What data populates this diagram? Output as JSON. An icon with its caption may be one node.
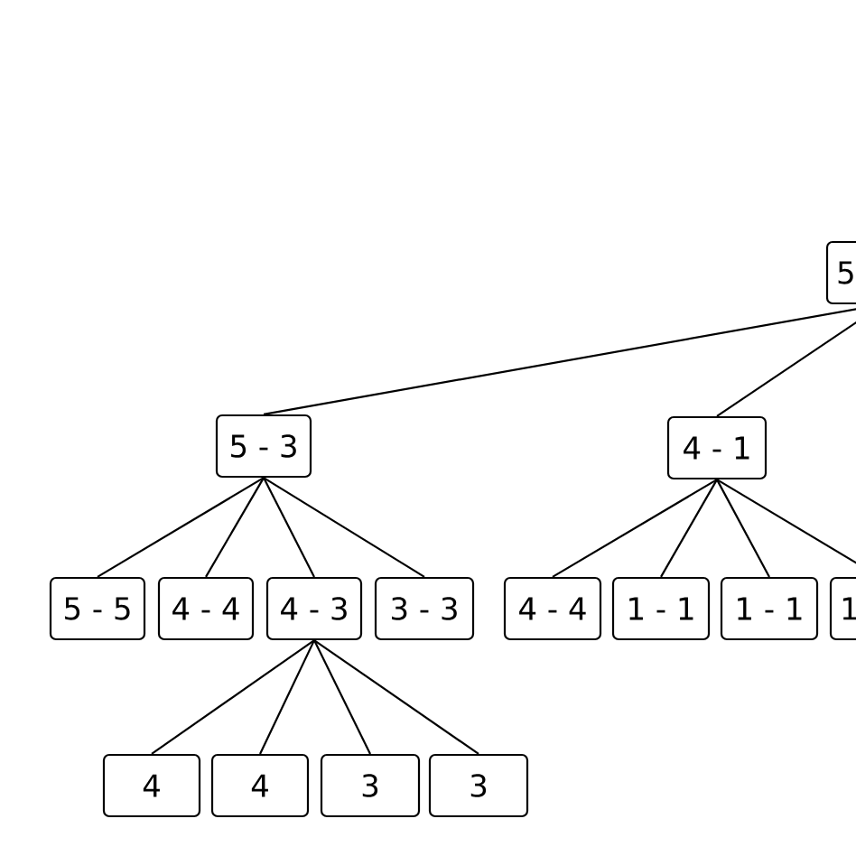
{
  "diagram": {
    "nodes": [
      {
        "text": [
          "5"
        ]
      },
      {
        "text": [
          "5 - 3"
        ]
      },
      {
        "text": [
          "4 - 1"
        ]
      },
      {
        "text": [
          "5 - 5"
        ]
      },
      {
        "text": [
          "4 - 4"
        ]
      },
      {
        "text": [
          "4 - 3"
        ]
      },
      {
        "text": [
          "3 - 3"
        ]
      },
      {
        "text": [
          "4 - 4"
        ]
      },
      {
        "text": [
          "1 - 1"
        ]
      },
      {
        "text": [
          "1 - 1"
        ]
      },
      {
        "text": [
          "1"
        ]
      },
      {
        "text": [
          "4"
        ]
      },
      {
        "text": [
          "4"
        ]
      },
      {
        "text": [
          "3"
        ]
      },
      {
        "text": [
          "3"
        ]
      }
    ],
    "edges": [
      {
        "from": 0,
        "to": 1,
        "arrow": "none"
      },
      {
        "from": 0,
        "to": 2,
        "arrow": "none"
      },
      {
        "from": 1,
        "to": 3,
        "arrow": "none"
      },
      {
        "from": 1,
        "to": 4,
        "arrow": "none"
      },
      {
        "from": 1,
        "to": 5,
        "arrow": "none"
      },
      {
        "from": 1,
        "to": 6,
        "arrow": "none"
      },
      {
        "from": 2,
        "to": 7,
        "arrow": "none"
      },
      {
        "from": 2,
        "to": 8,
        "arrow": "none"
      },
      {
        "from": 2,
        "to": 9,
        "arrow": "none"
      },
      {
        "from": 2,
        "to": 10,
        "arrow": "none"
      },
      {
        "from": 5,
        "to": 11,
        "arrow": "none"
      },
      {
        "from": 5,
        "to": 12,
        "arrow": "none"
      },
      {
        "from": 5,
        "to": 13,
        "arrow": "none"
      },
      {
        "from": 5,
        "to": 14,
        "arrow": "none"
      }
    ]
  }
}
